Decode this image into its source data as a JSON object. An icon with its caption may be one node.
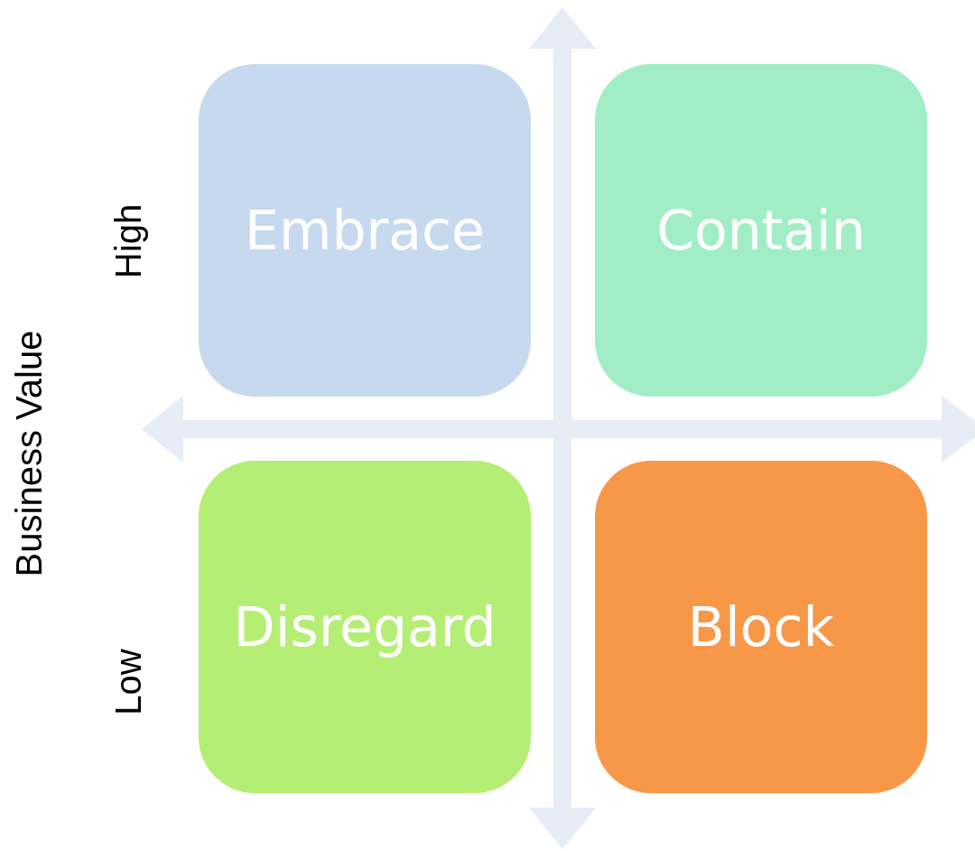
{
  "diagram": {
    "nodes": [
      {
        "text": [
          "Embrace"
        ]
      },
      {
        "text": [
          "Contain"
        ]
      },
      {
        "text": [
          "Disregard"
        ]
      },
      {
        "text": [
          "Block"
        ]
      }
    ],
    "labels": [
      "High",
      "Low",
      "Business Value"
    ]
  }
}
